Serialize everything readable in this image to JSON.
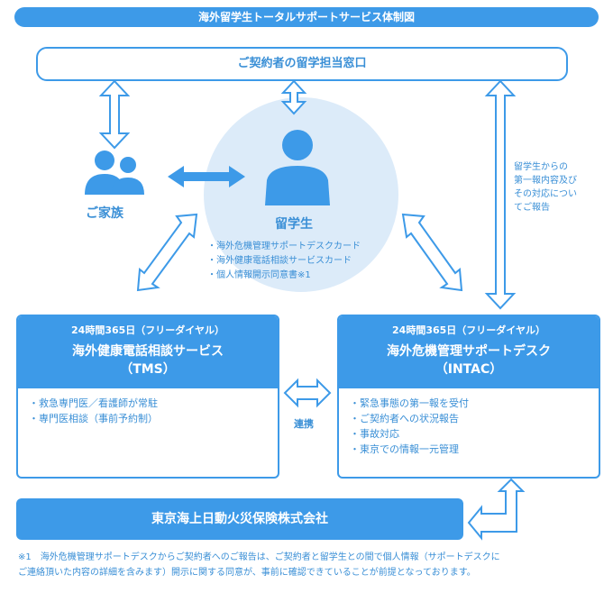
{
  "title": "海外留学生トータルサポートサービス体制図",
  "contract_window": "ご契約者の留学担当窓口",
  "family": {
    "label": "ご家族"
  },
  "student": {
    "label": "留学生",
    "items": [
      "・海外危機管理サポートデスクカード",
      "・海外健康電話相談サービスカード",
      "・個人情報開示同意書※1"
    ]
  },
  "side_note": [
    "留学生からの",
    "第一報内容及び",
    "その対応につい",
    "てご報告"
  ],
  "tms": {
    "sub": "24時間365日（フリーダイヤル）",
    "title_line1": "海外健康電話相談サービス",
    "title_line2": "（TMS）",
    "items": [
      "・救急専門医／看護師が常駐",
      "・専門医相談（事前予約制）"
    ]
  },
  "intac": {
    "sub": "24時間365日（フリーダイヤル）",
    "title_line1": "海外危機管理サポートデスク",
    "title_line2": "（INTAC）",
    "items": [
      "・緊急事態の第一報を受付",
      "・ご契約者への状況報告",
      "・事故対応",
      "・東京での情報一元管理"
    ]
  },
  "link_label": "連携",
  "company": "東京海上日動火災保険株式会社",
  "footnote": [
    "※1　海外危機管理サポートデスクからご契約者へのご報告は、ご契約者と留学生との間で個人情報（サポートデスクに",
    "ご連絡頂いた内容の詳細を含みます）開示に関する同意が、事前に確認できていることが前提となっております。"
  ],
  "colors": {
    "accent": "#3d9ae8",
    "light": "#dcebf9",
    "text": "#3a8fd6"
  }
}
